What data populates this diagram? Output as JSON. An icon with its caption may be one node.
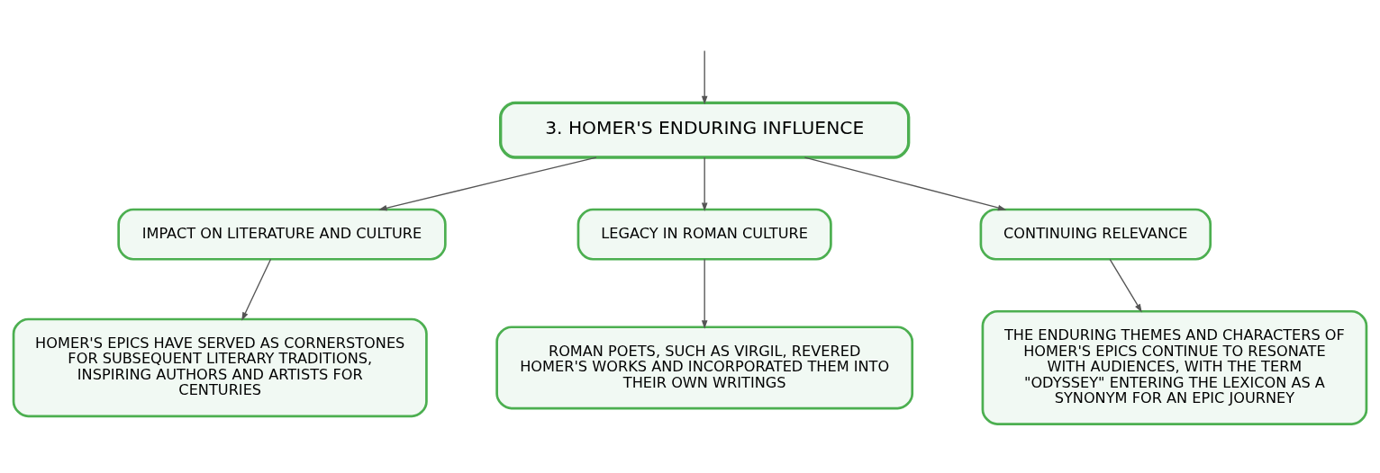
{
  "diagram": {
    "nodes": [
      {
        "text": [
          "3. HOMER'S ENDURING INFLUENCE"
        ]
      },
      {
        "text": [
          "IMPACT ON LITERATURE AND CULTURE"
        ]
      },
      {
        "text": [
          "LEGACY IN ROMAN CULTURE"
        ]
      },
      {
        "text": [
          "CONTINUING RELEVANCE"
        ]
      },
      {
        "text": [
          "HOMER'S EPICS HAVE SERVED AS CORNERSTONES FOR SUBSEQUENT LITERARY TRADITIONS, INSPIRING AUTHORS AND ARTISTS FOR CENTURIES"
        ]
      },
      {
        "text": [
          "ROMAN POETS, SUCH AS VIRGIL, REVERED HOMER'S WORKS AND INCORPORATED THEM INTO THEIR OWN WRITINGS"
        ]
      },
      {
        "text": [
          "THE ENDURING THEMES AND CHARACTERS OF HOMER'S EPICS CONTINUE TO RESONATE WITH AUDIENCES, WITH THE TERM \"ODYSSEY\" ENTERING THE LEXICON AS A SYNONYM FOR AN EPIC JOURNEY"
        ]
      }
    ],
    "edges": [
      {
        "from": null,
        "to": 0,
        "arrow": "to"
      },
      {
        "from": 0,
        "to": 1,
        "arrow": "to"
      },
      {
        "from": 0,
        "to": 2,
        "arrow": "to"
      },
      {
        "from": 0,
        "to": 3,
        "arrow": "to"
      },
      {
        "from": 1,
        "to": 4,
        "arrow": "to"
      },
      {
        "from": 2,
        "to": 5,
        "arrow": "to"
      },
      {
        "from": 3,
        "to": 6,
        "arrow": "to"
      }
    ]
  }
}
